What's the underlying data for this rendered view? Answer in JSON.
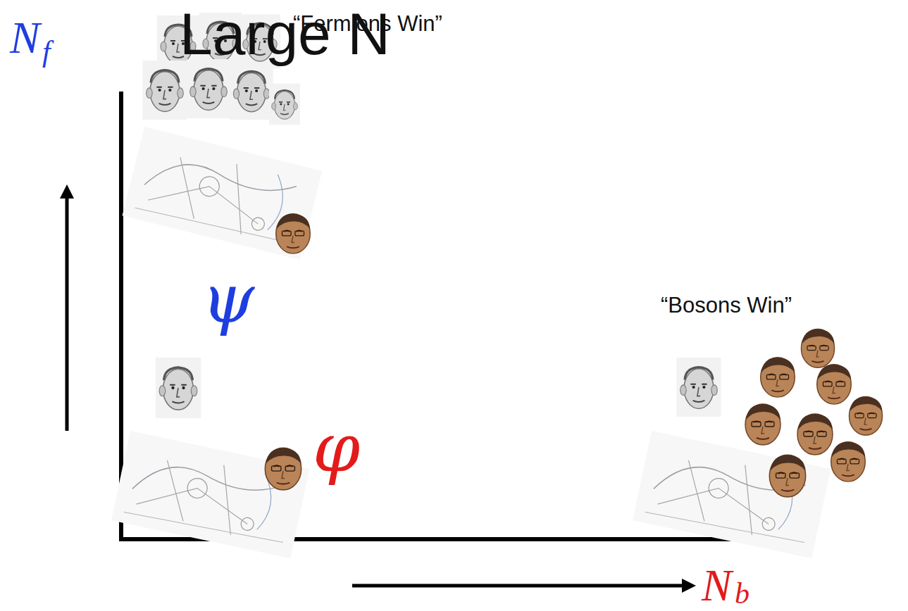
{
  "diagram": {
    "title": "Large N",
    "labels": [
      "“Fermions Win”",
      "“Bosons Win”",
      "ψ",
      "φ",
      "N",
      "f",
      "N",
      "b"
    ]
  }
}
